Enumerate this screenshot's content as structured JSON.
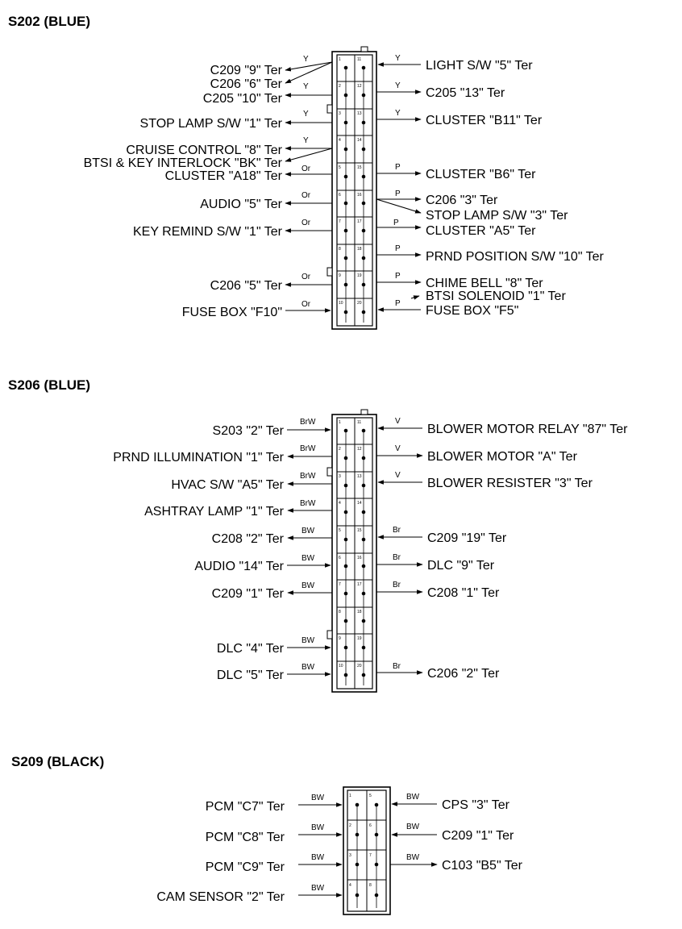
{
  "connectors": [
    {
      "title": "S202 (BLUE)",
      "left": [
        {
          "label": "C209 \"9\" Ter",
          "wire": "Y"
        },
        {
          "label": "C206 \"6\" Ter",
          "wire": ""
        },
        {
          "label": "C205 \"10\" Ter",
          "wire": "Y"
        },
        {
          "label": "STOP LAMP S/W \"1\" Ter",
          "wire": "Y"
        },
        {
          "label": "CRUISE CONTROL \"8\" Ter",
          "wire": "Y"
        },
        {
          "label": "BTSI & KEY INTERLOCK \"BK\" Ter",
          "wire": ""
        },
        {
          "label": "CLUSTER \"A18\" Ter",
          "wire": "Or"
        },
        {
          "label": "AUDIO \"5\" Ter",
          "wire": "Or"
        },
        {
          "label": "KEY REMIND S/W \"1\" Ter",
          "wire": "Or"
        },
        {
          "label": "C206 \"5\" Ter",
          "wire": "Or"
        },
        {
          "label": "FUSE BOX \"F10\"",
          "wire": "Or"
        }
      ],
      "right": [
        {
          "label": "LIGHT S/W \"5\" Ter",
          "wire": "Y"
        },
        {
          "label": "C205 \"13\" Ter",
          "wire": "Y"
        },
        {
          "label": "CLUSTER \"B11\" Ter",
          "wire": "Y"
        },
        {
          "label": "CLUSTER \"B6\" Ter",
          "wire": "P"
        },
        {
          "label": "C206 \"3\" Ter",
          "wire": "P"
        },
        {
          "label": "STOP LAMP S/W \"3\" Ter",
          "wire": ""
        },
        {
          "label": "CLUSTER \"A5\" Ter",
          "wire": "P"
        },
        {
          "label": "PRND POSITION S/W \"10\" Ter",
          "wire": "P"
        },
        {
          "label": "CHIME BELL \"8\" Ter",
          "wire": "P"
        },
        {
          "label": "BTSI SOLENOID \"1\" Ter",
          "wire": ""
        },
        {
          "label": "FUSE BOX \"F5\"",
          "wire": "P"
        }
      ],
      "pins_left": [
        "1",
        "2",
        "3",
        "4",
        "5",
        "6",
        "7",
        "8",
        "9",
        "10"
      ],
      "pins_right": [
        "11",
        "12",
        "13",
        "14",
        "15",
        "16",
        "17",
        "18",
        "19",
        "20"
      ]
    },
    {
      "title": "S206 (BLUE)",
      "left": [
        {
          "label": "S203 \"2\" Ter",
          "wire": "BrW"
        },
        {
          "label": "PRND ILLUMINATION \"1\" Ter",
          "wire": "BrW"
        },
        {
          "label": "HVAC S/W \"A5\" Ter",
          "wire": "BrW"
        },
        {
          "label": "ASHTRAY LAMP \"1\" Ter",
          "wire": "BrW"
        },
        {
          "label": "C208 \"2\" Ter",
          "wire": "BW"
        },
        {
          "label": "AUDIO \"14\" Ter",
          "wire": "BW"
        },
        {
          "label": "C209 \"1\" Ter",
          "wire": "BW"
        },
        {
          "label": "DLC \"4\" Ter",
          "wire": "BW"
        },
        {
          "label": "DLC \"5\" Ter",
          "wire": "BW"
        }
      ],
      "right": [
        {
          "label": "BLOWER MOTOR RELAY \"87\" Ter",
          "wire": "V"
        },
        {
          "label": "BLOWER MOTOR \"A\" Ter",
          "wire": "V"
        },
        {
          "label": "BLOWER RESISTER \"3\" Ter",
          "wire": "V"
        },
        {
          "label": "C209 \"19\" Ter",
          "wire": "Br"
        },
        {
          "label": "DLC \"9\" Ter",
          "wire": "Br"
        },
        {
          "label": "C208 \"1\" Ter",
          "wire": "Br"
        },
        {
          "label": "C206 \"2\" Ter",
          "wire": "Br"
        }
      ],
      "pins_left": [
        "1",
        "2",
        "3",
        "4",
        "5",
        "6",
        "7",
        "8",
        "9",
        "10"
      ],
      "pins_right": [
        "11",
        "12",
        "13",
        "14",
        "15",
        "16",
        "17",
        "18",
        "19",
        "20"
      ]
    },
    {
      "title": "S209 (BLACK)",
      "left": [
        {
          "label": "PCM \"C7\" Ter",
          "wire": "BW"
        },
        {
          "label": "PCM \"C8\" Ter",
          "wire": "BW"
        },
        {
          "label": "PCM \"C9\" Ter",
          "wire": "BW"
        },
        {
          "label": "CAM SENSOR \"2\" Ter",
          "wire": "BW"
        }
      ],
      "right": [
        {
          "label": "CPS \"3\" Ter",
          "wire": "BW"
        },
        {
          "label": "C209 \"1\" Ter",
          "wire": "BW"
        },
        {
          "label": "C103 \"B5\" Ter",
          "wire": "BW"
        }
      ],
      "pins_left": [
        "1",
        "2",
        "3",
        "4"
      ],
      "pins_right": [
        "5",
        "6",
        "7",
        "8"
      ]
    }
  ]
}
